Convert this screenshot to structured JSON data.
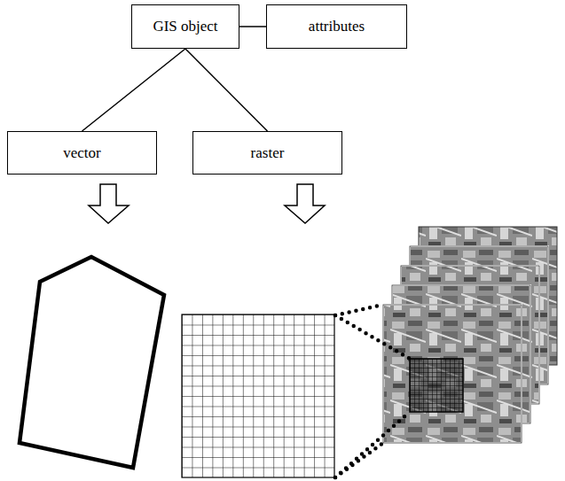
{
  "diagram": {
    "nodes": [
      {
        "text": [
          "GIS object"
        ]
      },
      {
        "text": [
          "attributes"
        ]
      },
      {
        "text": [
          "vector"
        ]
      },
      {
        "text": [
          "raster"
        ]
      }
    ],
    "edges": [
      {
        "from": 0,
        "to": 1,
        "arrow": "none"
      },
      {
        "from": 0,
        "to": 2,
        "arrow": "none"
      },
      {
        "from": 0,
        "to": 3,
        "arrow": "none"
      }
    ]
  }
}
